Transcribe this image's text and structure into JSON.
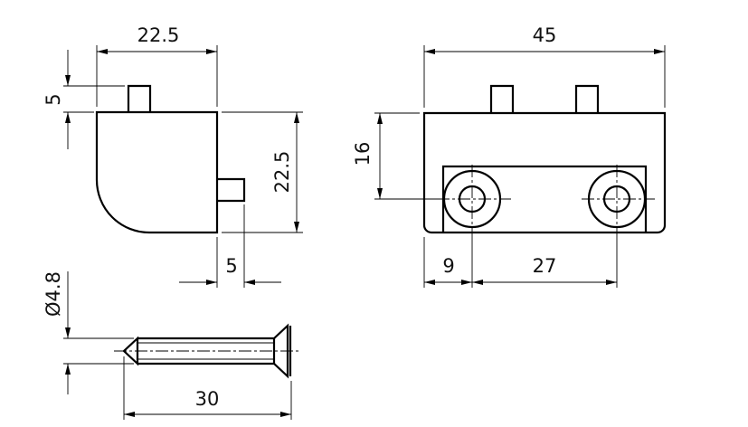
{
  "side_view": {
    "width_label": "22.5",
    "pin_height_label": "5",
    "height_label": "22.5",
    "side_pin_label": "5"
  },
  "front_view": {
    "width_label": "45",
    "hole_height_label": "16",
    "edge_to_hole_label": "9",
    "hole_spacing_label": "27"
  },
  "screw": {
    "diameter_label": "Ø4.8",
    "length_label": "30"
  }
}
